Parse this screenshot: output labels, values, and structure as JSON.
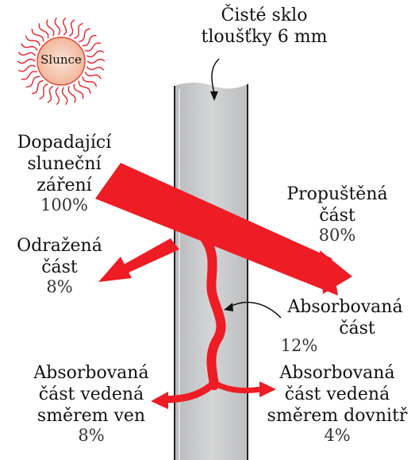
{
  "sun": {
    "label": "Slunce",
    "icon": "sun-icon"
  },
  "glass": {
    "title_line1": "Čisté sklo",
    "title_line2": "tloušťky 6 mm"
  },
  "incident": {
    "line1": "Dopadající",
    "line2": "sluneční",
    "line3": "záření",
    "value": "100%"
  },
  "reflected": {
    "line1": "Odražená",
    "line2": "část",
    "value": "8%"
  },
  "transmitted": {
    "line1": "Propuštěná",
    "line2": "část",
    "value": "80%"
  },
  "absorbed": {
    "line1": "Absorbovaná",
    "line2": "část",
    "value": "12%"
  },
  "absorbed_out": {
    "line1": "Absorbovaná",
    "line2": "část vedená",
    "line3": "směrem ven",
    "value": "8%"
  },
  "absorbed_in": {
    "line1": "Absorbovaná",
    "line2": "část vedená",
    "line3": "směrem dovnitř",
    "value": "4%"
  },
  "colors": {
    "arrow": "#ee1c25",
    "glass": "#c9cacb",
    "sun_rays": "#e8202a",
    "sun_fill": "#f6c6ae"
  }
}
